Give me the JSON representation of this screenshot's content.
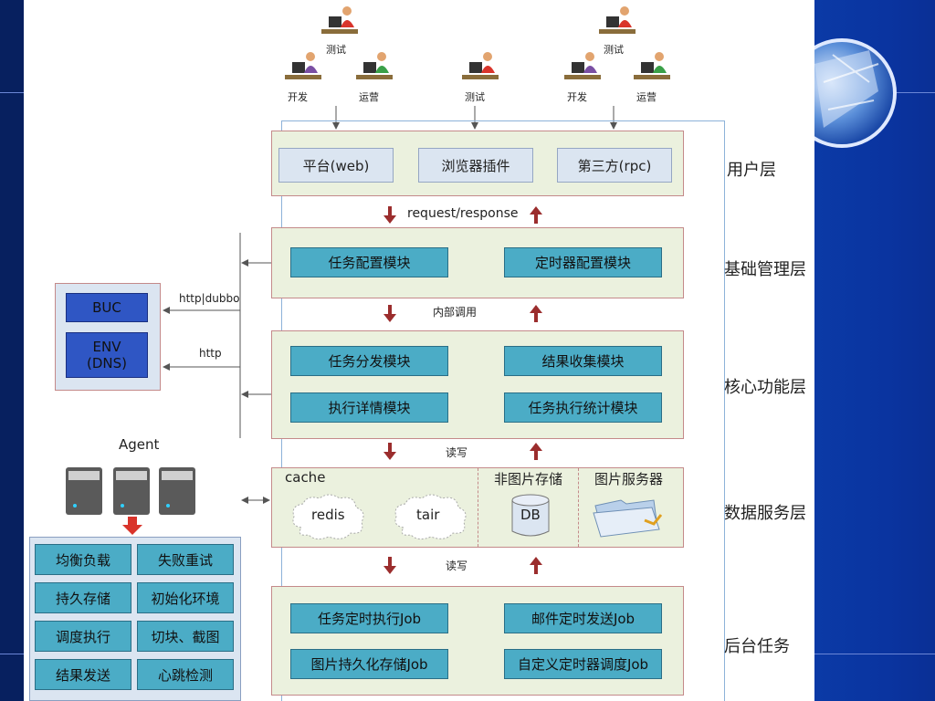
{
  "users": {
    "top_left": "测试",
    "top_right": "测试",
    "row": [
      "开发",
      "运营",
      "测试",
      "开发",
      "运营"
    ]
  },
  "layers": {
    "user": {
      "name": "用户层",
      "boxes": [
        "平台(web)",
        "浏览器插件",
        "第三方(rpc)"
      ]
    },
    "link1": "request/response",
    "basic": {
      "name": "基础管理层",
      "boxes": [
        "任务配置模块",
        "定时器配置模块"
      ]
    },
    "link2": "内部调用",
    "core": {
      "name": "核心功能层",
      "boxes": [
        "任务分发模块",
        "结果收集模块",
        "执行详情模块",
        "任务执行统计模块"
      ]
    },
    "link3": "读写",
    "data": {
      "name": "数据服务层",
      "cache": "cache",
      "redis": "redis",
      "tair": "tair",
      "nonimage": "非图片存储",
      "db": "DB",
      "imageserver": "图片服务器"
    },
    "link4": "读写",
    "backend": {
      "name": "后台任务",
      "boxes": [
        "任务定时执行Job",
        "邮件定时发送Job",
        "图片持久化存储Job",
        "自定义定时器调度Job"
      ]
    }
  },
  "external": {
    "buc": "BUC",
    "env": "ENV",
    "dns": "(DNS)",
    "proto1": "http|dubbo",
    "proto2": "http"
  },
  "agent": {
    "title": "Agent",
    "features": [
      "均衡负载",
      "失败重试",
      "持久存储",
      "初始化环境",
      "调度执行",
      "切块、截图",
      "结果发送",
      "心跳检测"
    ]
  },
  "colors": {
    "layer_fill": "#ebf1de",
    "module_fill": "#4bacc6",
    "user_box_fill": "#dbe5f1",
    "ext_box_fill": "#2f56c4",
    "arrow_red": "#9b2d2d",
    "slide_bg": "#0a2a8a"
  }
}
